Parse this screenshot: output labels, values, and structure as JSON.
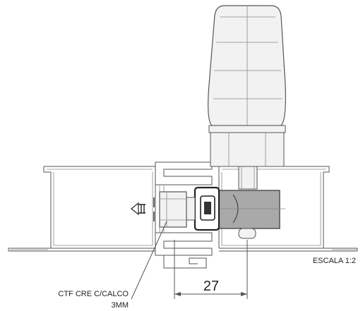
{
  "labels": {
    "callout_line1": "CTF CRE C/CALCO",
    "callout_line2": "3MM",
    "scale": "ESCALA 1:2",
    "dimension": "27"
  },
  "colors": {
    "line": "#555555",
    "dark_line": "#222222",
    "handle_fill": "#f2f2f2",
    "body_fill": "#a9a9a9",
    "dark_fill": "#333333",
    "background": "#ffffff"
  }
}
